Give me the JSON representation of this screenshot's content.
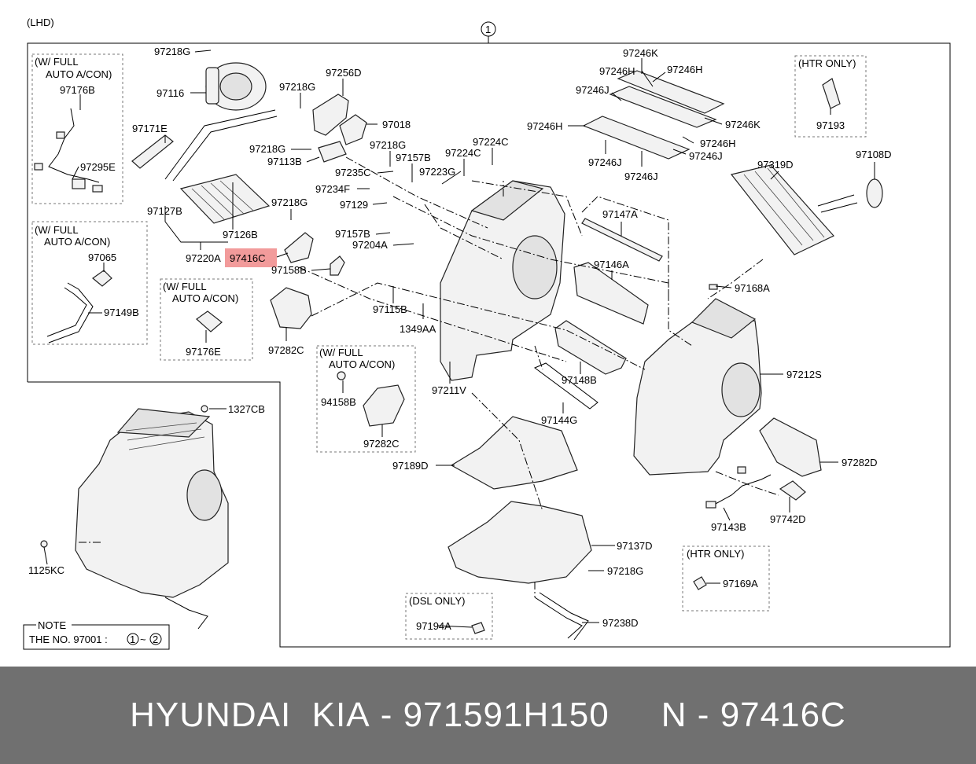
{
  "diagram": {
    "orientation": "(LHD)",
    "assembly_number": "1",
    "notes": {
      "full_auto_ac": "(W/ FULL",
      "full_auto_ac_2": "AUTO A/CON)",
      "htr_only": "(HTR ONLY)",
      "dsl_only": "(DSL ONLY)"
    },
    "note_box": {
      "title": "NOTE",
      "text": "THE NO. 97001 :",
      "range_start": "1",
      "range_sep": "~",
      "range_end": "2"
    },
    "highlight_color": "#f08a8a",
    "labels": [
      "97218G",
      "97116",
      "97256D",
      "97218G",
      "97018",
      "97218G",
      "97113B",
      "97218G",
      "97157B",
      "97224C",
      "97224C",
      "97235C",
      "97223G",
      "97234F",
      "97129",
      "97157B",
      "97204A",
      "97171E",
      "97127B",
      "97126B",
      "97220A",
      "97416C",
      "97158B",
      "97218G",
      "97176B",
      "97295E",
      "97065",
      "97149B",
      "97176E",
      "97282C",
      "97115B",
      "1349AA",
      "97211V",
      "94158B",
      "97282C",
      "97246K",
      "97246H",
      "97246H",
      "97246J",
      "97246H",
      "97246K",
      "97246H",
      "97246J",
      "97246J",
      "97246J",
      "97193",
      "97319D",
      "97108D",
      "97147A",
      "97146A",
      "97168A",
      "97148B",
      "97212S",
      "97144G",
      "97189D",
      "97282D",
      "97143B",
      "97742D",
      "97137D",
      "97218G",
      "97169A",
      "97194A",
      "97238D",
      "1327CB",
      "1125KC"
    ]
  },
  "footer": {
    "brand": "HYUNDAI  KIA",
    "sep1": " - ",
    "part_number": "971591H150",
    "gap": "     ",
    "n_label": "N",
    "sep2": " - ",
    "ref_number": "97416C"
  }
}
